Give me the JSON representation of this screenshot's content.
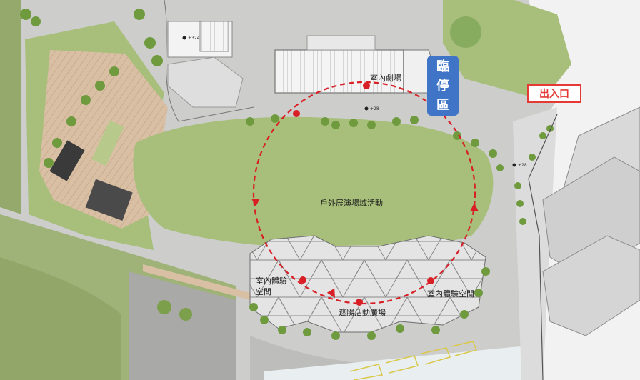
{
  "labels": {
    "indoor_theater": "室內劇場",
    "parking_chars": [
      "臨",
      "停",
      "區"
    ],
    "entrance": "出入口",
    "outdoor_event": "戶外展演場域活動",
    "indoor_exp_left_line1": "室內體驗",
    "indoor_exp_left_line2": "空間",
    "shade_plaza": "遮陽活動廣場",
    "indoor_exp_right": "室內體驗空間"
  },
  "elevations": {
    "top_building": "+324",
    "center": "+28",
    "right": "+28"
  },
  "colors": {
    "route": "#d81f26",
    "parking_badge": "#3f74c7",
    "entrance_border": "#e53935",
    "lawn": "#a7bf7a",
    "deck": "#d9bfa4",
    "paving": "#c9c9c7"
  },
  "icons": [
    "arrow-marker-icon",
    "elevation-marker-icon",
    "tree-icon"
  ]
}
